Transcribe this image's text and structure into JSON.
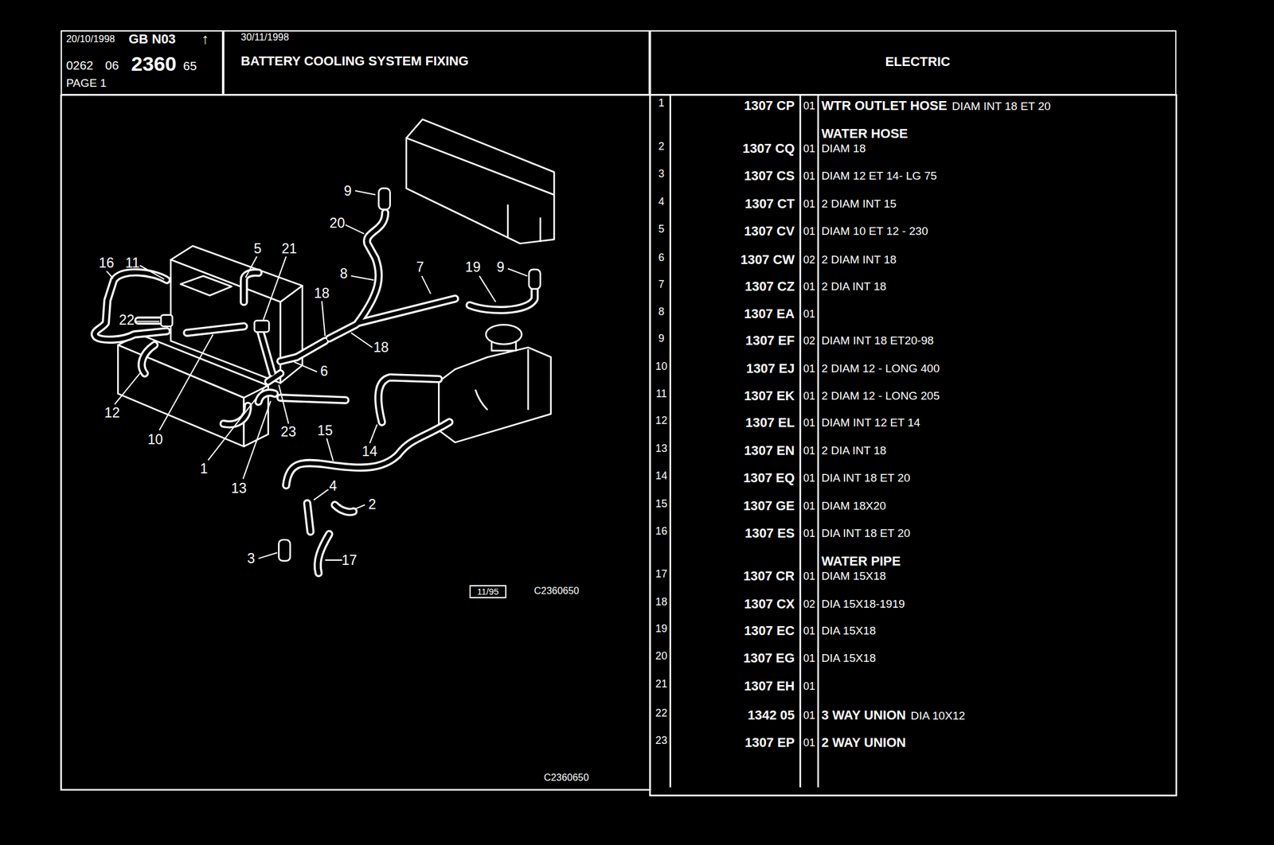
{
  "diagram": {
    "title": "BATTERY COOLING SYSTEM FIXING",
    "nodes": [
      {
        "text": [
          "20/10/1998",
          "GB N03",
          "↑",
          "0262",
          "06",
          "2360",
          "65",
          "PAGE 1"
        ]
      },
      {
        "text": [
          "30/11/1998"
        ]
      },
      {
        "text": [
          "ELECTRIC"
        ]
      },
      {
        "text": [
          "11/95"
        ]
      }
    ],
    "labels": [
      "9",
      "20",
      "16",
      "11",
      "5",
      "21",
      "8",
      "7",
      "19",
      "9",
      "18",
      "22",
      "18",
      "6",
      "12",
      "10",
      "23",
      "15",
      "14",
      "1",
      "13",
      "4",
      "2",
      "3",
      "17",
      "C2360650",
      "C2360650",
      "1",
      "1307 CP",
      "01",
      "WTR OUTLET HOSE",
      "DIAM INT 18 ET 20",
      "WATER HOSE",
      "2",
      "1307 CQ",
      "01",
      "DIAM 18",
      "3",
      "1307 CS",
      "01",
      "DIAM 12 ET 14- LG 75",
      "4",
      "1307 CT",
      "01",
      "2 DIAM INT 15",
      "5",
      "1307 CV",
      "01",
      "DIAM 10 ET 12 - 230",
      "6",
      "1307 CW",
      "02",
      "2 DIAM INT 18",
      "7",
      "1307 CZ",
      "01",
      "2 DIA INT 18",
      "8",
      "1307 EA",
      "01",
      "9",
      "1307 EF",
      "02",
      "DIAM INT 18 ET20-98",
      "10",
      "1307 EJ",
      "01",
      "2 DIAM 12 - LONG 400",
      "11",
      "1307 EK",
      "01",
      "2 DIAM 12 - LONG 205",
      "12",
      "1307 EL",
      "01",
      "DIAM INT 12 ET 14",
      "13",
      "1307 EN",
      "01",
      "2 DIA INT 18",
      "14",
      "1307 EQ",
      "01",
      "DIA INT 18 ET 20",
      "15",
      "1307 GE",
      "01",
      "DIAM 18X20",
      "16",
      "1307 ES",
      "01",
      "DIA INT 18 ET 20",
      "WATER PIPE",
      "17",
      "1307 CR",
      "01",
      "DIAM 15X18",
      "18",
      "1307 CX",
      "02",
      "DIA 15X18-1919",
      "19",
      "1307 EC",
      "01",
      "DIA 15X18",
      "20",
      "1307 EG",
      "01",
      "DIA 15X18",
      "21",
      "1307 EH",
      "01",
      "22",
      "1342 05",
      "01",
      "3 WAY UNION",
      "DIA 10X12",
      "23",
      "1307 EP",
      "01",
      "2 WAY UNION"
    ]
  }
}
